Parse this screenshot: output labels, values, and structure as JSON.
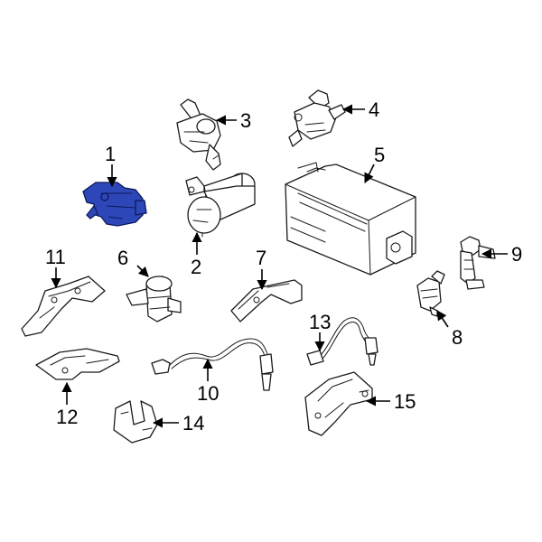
{
  "diagram": {
    "accent_color": "#2e47b8",
    "highlighted_part": "1",
    "callouts": [
      "1",
      "2",
      "3",
      "4",
      "5",
      "6",
      "7",
      "8",
      "9",
      "10",
      "11",
      "12",
      "13",
      "14",
      "15"
    ]
  }
}
